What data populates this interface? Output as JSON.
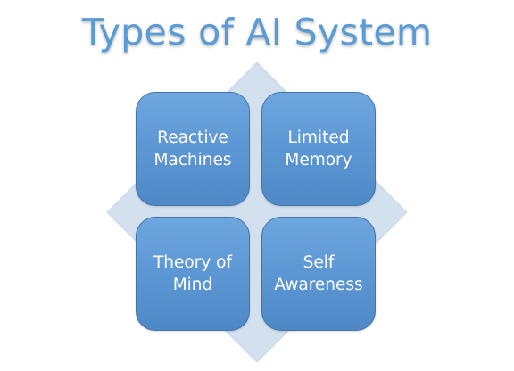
{
  "diagram": {
    "title": "Types of AI System",
    "colors": {
      "title": "#5b9bd5",
      "box_fill": "#5b95d2",
      "box_border": "#4474a8",
      "diamond": "#d3e0ee",
      "label": "#ffffff"
    },
    "boxes": [
      {
        "label": "Reactive\nMachines"
      },
      {
        "label": "Limited\nMemory"
      },
      {
        "label": "Theory of\nMind"
      },
      {
        "label": "Self\nAwareness"
      }
    ]
  }
}
